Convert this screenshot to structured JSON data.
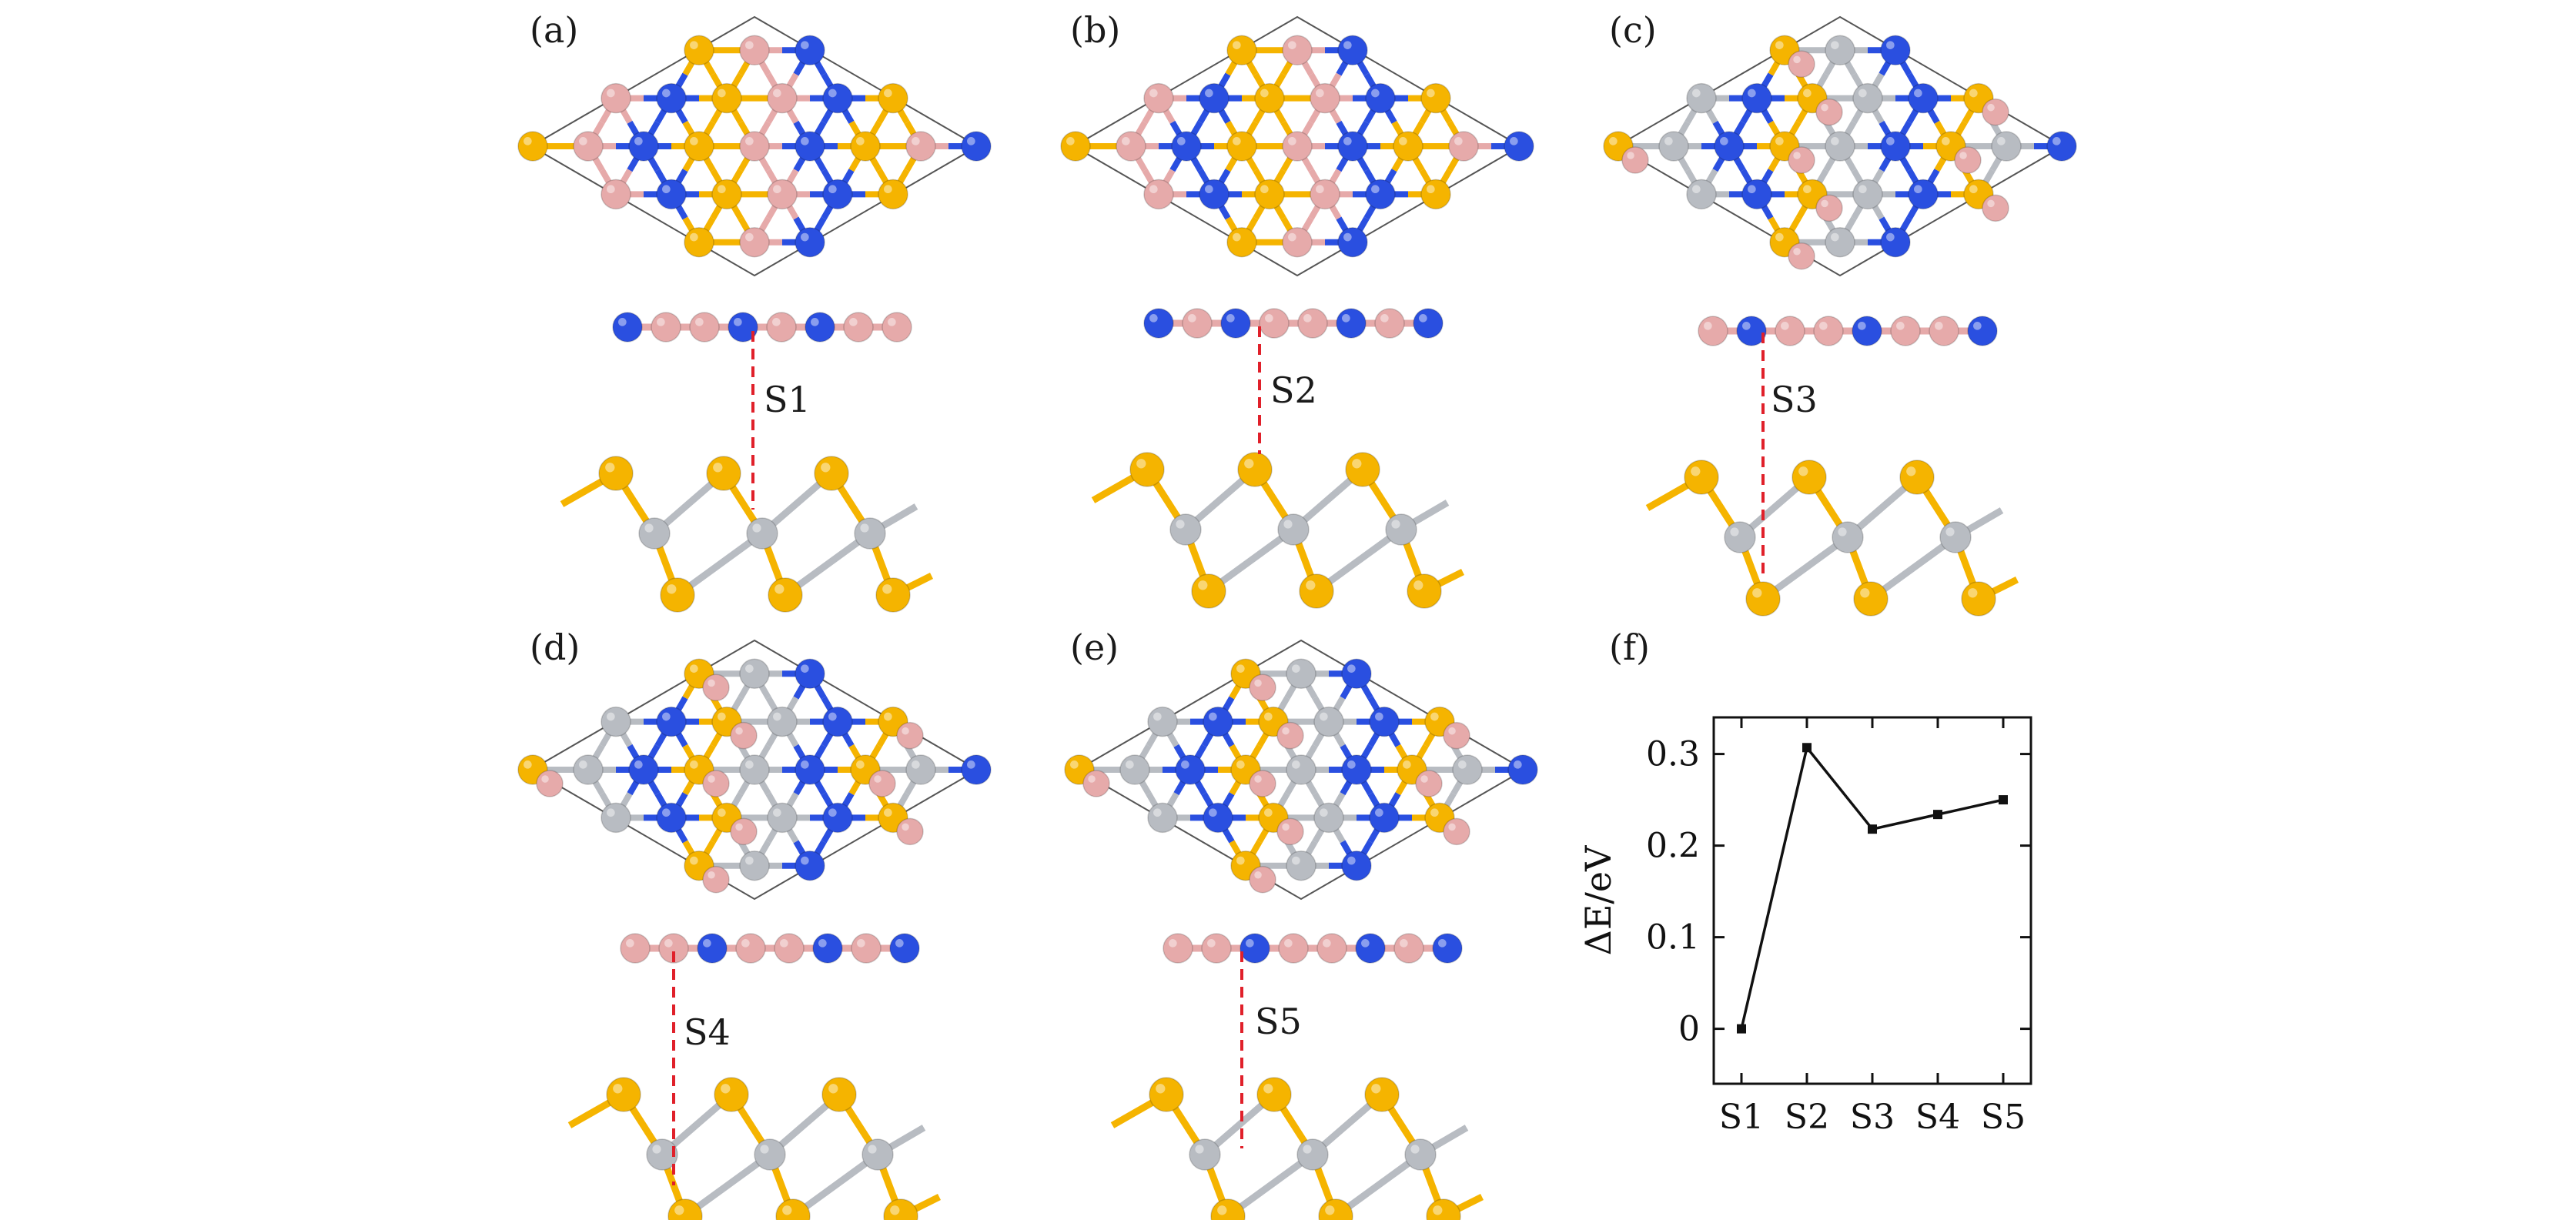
{
  "panels": {
    "a": {
      "label": "(a)",
      "stack_label": "S1"
    },
    "b": {
      "label": "(b)",
      "stack_label": "S2"
    },
    "c": {
      "label": "(c)",
      "stack_label": "S3"
    },
    "d": {
      "label": "(d)",
      "stack_label": "S4"
    },
    "e": {
      "label": "(e)",
      "stack_label": "S5"
    },
    "f": {
      "label": "(f)"
    }
  },
  "colors": {
    "B": "#e6aaaa",
    "N": "#2a4fe0",
    "S": "#f5b400",
    "metal": "#b8bcc2",
    "cell": "#555555",
    "dash": "#e0202a"
  },
  "chart_data": {
    "type": "line",
    "categories": [
      "S1",
      "S2",
      "S3",
      "S4",
      "S5"
    ],
    "values": [
      0.0,
      0.307,
      0.218,
      0.234,
      0.25
    ],
    "title": "",
    "xlabel": "",
    "ylabel": "ΔE/eV",
    "ylim": [
      -0.06,
      0.34
    ],
    "yticks": [
      0,
      0.1,
      0.2,
      0.3
    ],
    "ytick_labels": [
      "0",
      "0.1",
      "0.2",
      "0.3"
    ],
    "grid": false,
    "marker": "square"
  }
}
